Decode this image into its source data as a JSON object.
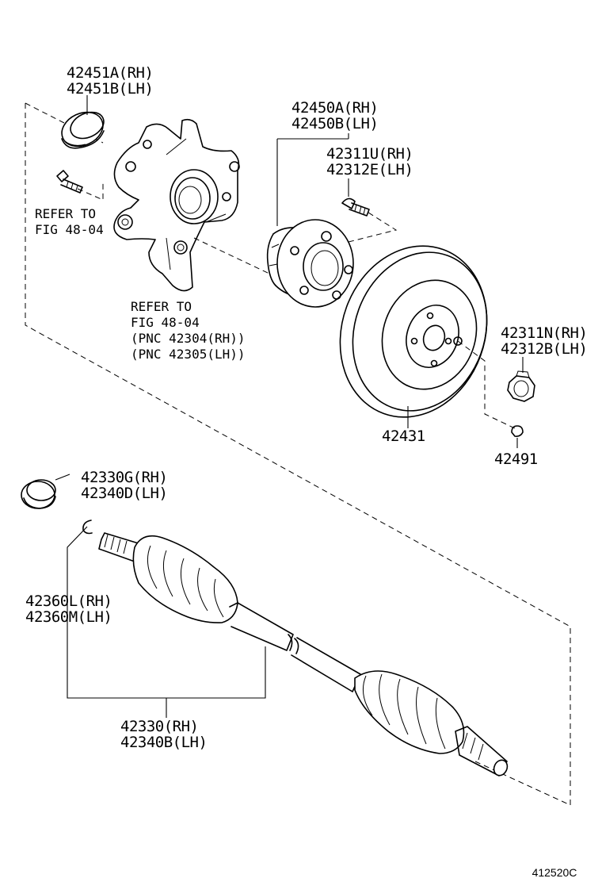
{
  "labels": {
    "l42451": [
      "42451A(RH)",
      "42451B(LH)"
    ],
    "l42450": [
      "42450A(RH)",
      "42450B(LH)"
    ],
    "l42311u": [
      "42311U(RH)",
      "42312E(LH)"
    ],
    "refer_top": [
      "REFER TO",
      "FIG 48-04"
    ],
    "refer_knuckle": [
      "REFER TO",
      "FIG 48-04",
      "(PNC 42304(RH))",
      "(PNC 42305(LH))"
    ],
    "l42311n": [
      "42311N(RH)",
      "42312B(LH)"
    ],
    "l42431": "42431",
    "l42491": "42491",
    "l42330g": [
      "42330G(RH)",
      "42340D(LH)"
    ],
    "l42360": [
      "42360L(RH)",
      "42360M(LH)"
    ],
    "l42330": [
      "42330(RH)",
      "42340B(LH)"
    ],
    "figure_code": "412520C"
  }
}
